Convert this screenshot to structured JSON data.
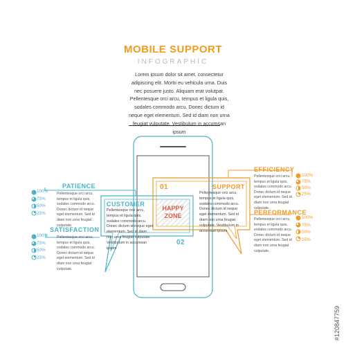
{
  "header": {
    "title": "MOBILE SUPPORT",
    "subtitle": "INFOGRAPHIC",
    "intro": "Lorem ipsum dolor sit amet, consectetur adipiscing elit. Morbi eu vehicula urna. Duis nec posuere justo. Aliquam erat volutpat. Pellentesque orci arcu, tempus et ligula quis, sodales commodo arcu. Donec dictum id neque eget elementum. Sed id diam non urna feugiat vulputate. Vestibulum in accumsan ipsum"
  },
  "left": {
    "patience": {
      "label": "PATIENCE",
      "text": "Pellentesque orci arcu, tempus et ligula quis, sodales commodo arcu. Donec dictum id neque eget elementum. Sed id diam non urna feugiat vulputate.",
      "levels": [
        "100%",
        "75%",
        "50%",
        "25%"
      ]
    },
    "satisfaction": {
      "label": "SATISFACTION",
      "text": "Pellentesque orci arcu, tempus et ligula quis, sodales commodo arcu. Donec dictum id neque eget elementum. Sed id diam non urna feugiat vulputate.",
      "levels": [
        "100%",
        "75%",
        "50%",
        "25%"
      ]
    }
  },
  "right": {
    "efficiency": {
      "label": "EFFICIENCY",
      "text": "Pellentesque orci arcu, tempus et ligula quis, sodales commodo arcu. Donec dictum id neque eget elementum. Sed id diam non urna feugiat vulputate.",
      "levels": [
        "100%",
        "75%",
        "50%",
        "25%"
      ]
    },
    "performance": {
      "label": "PERFORMANCE",
      "text": "Pellentesque orci arcu, tempus et ligula quis, sodales commodo arcu. Donec dictum id neque eget elementum. Sed id diam non urna feugiat vulputate.",
      "levels": [
        "100%",
        "75%",
        "50%",
        "25%"
      ]
    }
  },
  "bubbles": {
    "customer": {
      "label": "CUSTOMER",
      "number": "02",
      "text": "Pellentesque orci arcu, tempus et ligula quis, sodales commodo arcu. Donec dictum id neque eget elementum. Sed id diam non urna feugiat vulputate. Vestibulum in accumsan ipsum"
    },
    "support": {
      "label": "SUPPORT",
      "number": "01",
      "text": "Pellentesque orci arcu, tempus et ligula quis, sodales commodo arcu. Donec dictum id neque eget elementum. Sed id diam non urna feugiat vulputate. Vestibulum in accumsan ipsum"
    },
    "zone": "HAPPY ZONE"
  },
  "watermark": "#120847759",
  "colors": {
    "blue": "#4ab3c8",
    "orange": "#f29a26",
    "red": "#e15a3c"
  }
}
